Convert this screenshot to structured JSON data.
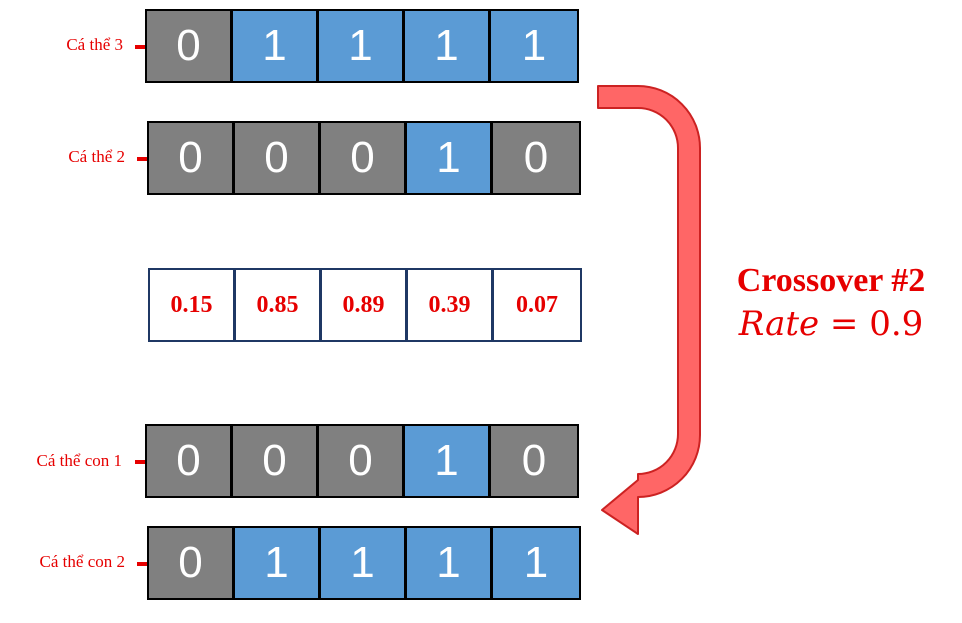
{
  "rows": [
    {
      "id": "p3",
      "label": "Cá thể 3",
      "bits": [
        0,
        1,
        1,
        1,
        1
      ]
    },
    {
      "id": "p2",
      "label": "Cá thể 2",
      "bits": [
        0,
        0,
        0,
        1,
        0
      ]
    },
    {
      "id": "c1",
      "label": "Cá thể con 1",
      "bits": [
        0,
        0,
        0,
        1,
        0
      ]
    },
    {
      "id": "c2",
      "label": "Cá thể con 2",
      "bits": [
        0,
        1,
        1,
        1,
        1
      ]
    }
  ],
  "probabilities": [
    "0.15",
    "0.85",
    "0.89",
    "0.39",
    "0.07"
  ],
  "crossover": {
    "title": "Crossover  #2",
    "rate_var": "Rate",
    "rate_eq": " = 0.9"
  },
  "colors": {
    "bit0": "#808080",
    "bit1": "#5b9bd5",
    "accent": "#e60000",
    "arrow": "#ff6666"
  }
}
